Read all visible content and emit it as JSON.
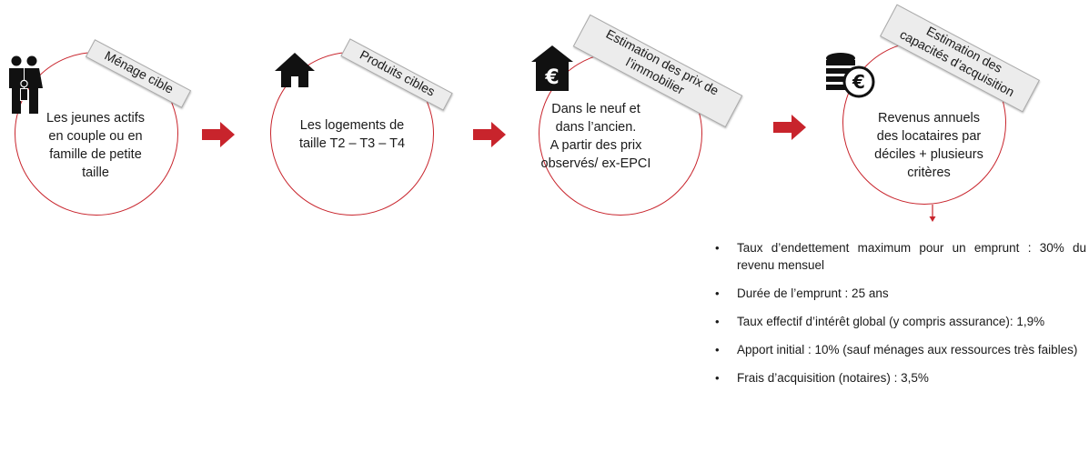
{
  "steps": [
    {
      "tag": "Ménage cible",
      "body": "Les jeunes actifs\nen couple ou en\nfamille de petite\ntaille",
      "icon": "family-icon"
    },
    {
      "tag": "Produits cibles",
      "body": "Les logements de\ntaille T2 – T3 – T4",
      "icon": "house-icon"
    },
    {
      "tag": "Estimation des prix de\nl’immobilier",
      "body": "Dans le neuf et\ndans l’ancien.\nA partir des prix\nobservés/ ex-EPCI",
      "icon": "house-euro-icon"
    },
    {
      "tag": "Estimation des\ncapacités d’acquisition",
      "body": "Revenus annuels\ndes locataires par\ndéciles + plusieurs\ncritères",
      "icon": "coins-euro-icon"
    }
  ],
  "criteria": [
    "Taux d’endettement maximum pour un emprunt : 30% du revenu mensuel",
    "Durée de l’emprunt : 25 ans",
    "Taux effectif d’intérêt global (y compris assurance): 1,9%",
    "Apport initial : 10% (sauf ménages aux ressources très faibles)",
    "Frais d’acquisition (notaires) : 3,5%"
  ],
  "colors": {
    "accent": "#c8242c",
    "tag_bg": "#ececec",
    "icon": "#111111"
  }
}
